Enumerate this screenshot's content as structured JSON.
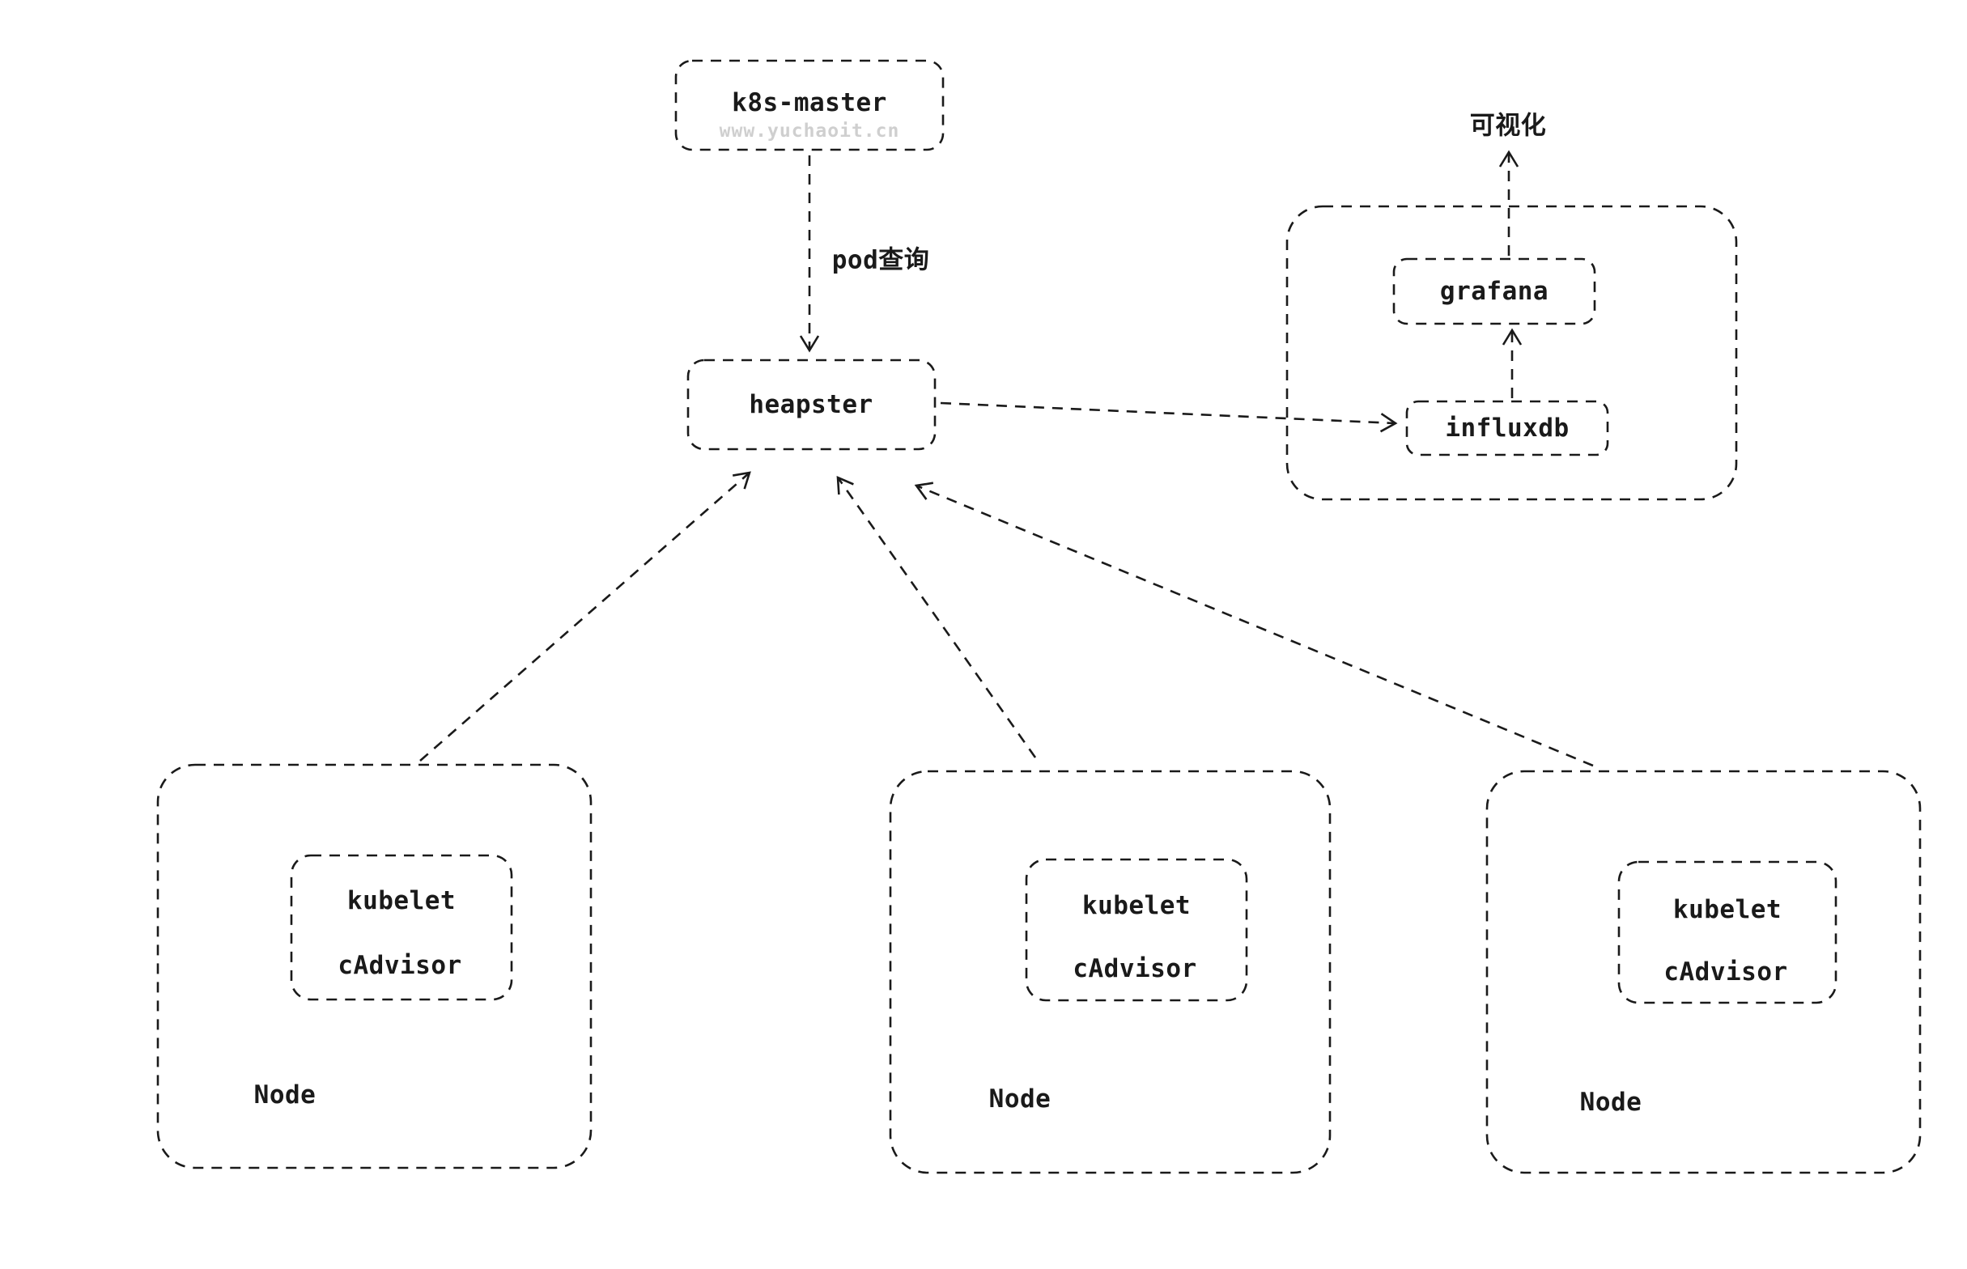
{
  "diagram": {
    "master": {
      "label": "k8s-master",
      "watermark": "www.yuchaoit.cn"
    },
    "heapster": {
      "label": "heapster"
    },
    "edges": {
      "pod_query_label": "pod查询",
      "visualization_label": "可视化"
    },
    "monitoring_stack": {
      "grafana_label": "grafana",
      "influxdb_label": "influxdb"
    },
    "nodes": [
      {
        "name": "Node",
        "components": [
          "kubelet",
          "cAdvisor"
        ]
      },
      {
        "name": "Node",
        "components": [
          "kubelet",
          "cAdvisor"
        ]
      },
      {
        "name": "Node",
        "components": [
          "kubelet",
          "cAdvisor"
        ]
      }
    ],
    "colors": {
      "stroke": "#1a1a1a",
      "text": "#1a1a1a",
      "watermark": "#cfcfcf",
      "background": "#ffffff"
    }
  }
}
